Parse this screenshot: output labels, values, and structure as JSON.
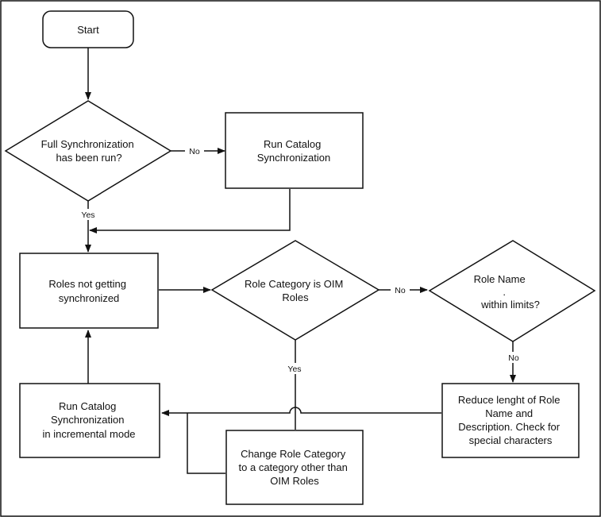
{
  "nodes": {
    "start": {
      "lines": [
        "Start"
      ]
    },
    "full_sync_decision": {
      "lines": [
        "Full Synchronization",
        "has been run?"
      ]
    },
    "run_catalog_sync": {
      "lines": [
        "Run Catalog",
        "Synchronization"
      ]
    },
    "roles_not_synced": {
      "lines": [
        "Roles not getting",
        "synchronized"
      ]
    },
    "role_category_decision": {
      "lines": [
        "Role Category is OIM",
        "Roles"
      ]
    },
    "role_name_decision": {
      "lines": [
        "Role Name",
        ".",
        "within limits?"
      ]
    },
    "reduce_length": {
      "lines": [
        "Reduce lenght of Role",
        "Name and",
        "Description. Check for",
        "special characters"
      ]
    },
    "run_catalog_incremental": {
      "lines": [
        "Run Catalog",
        "Synchronization",
        "in incremental mode"
      ]
    },
    "change_category": {
      "lines": [
        "Change Role Category",
        "to a category other than",
        "OIM Roles"
      ]
    }
  },
  "edge_labels": {
    "full_sync_no": "No",
    "full_sync_yes": "Yes",
    "role_category_no": "No",
    "role_category_yes": "Yes",
    "role_name_no": "No"
  }
}
